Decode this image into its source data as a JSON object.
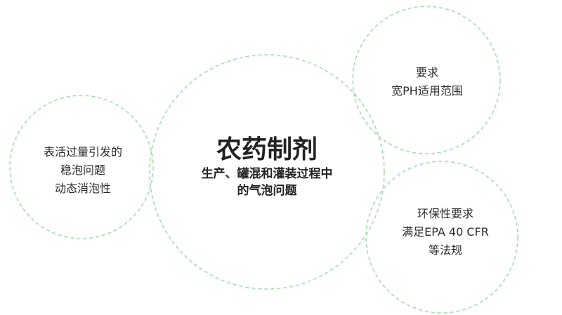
{
  "center": {
    "title": "农药制剂",
    "subtitle_lines": [
      "生产、罐混和灌装过程中",
      "的气泡问题"
    ]
  },
  "left": {
    "lines": [
      "表活过量引发的",
      "稳泡问题",
      "动态消泡性"
    ]
  },
  "top_right": {
    "lines": [
      "要求",
      "宽PH适用范围"
    ]
  },
  "bottom_right": {
    "lines": [
      "环保性要求",
      "满足EPA 40 CFR",
      "等法规"
    ]
  },
  "colors": {
    "circle_stroke": "#9fd8a8",
    "text": "#222222"
  }
}
